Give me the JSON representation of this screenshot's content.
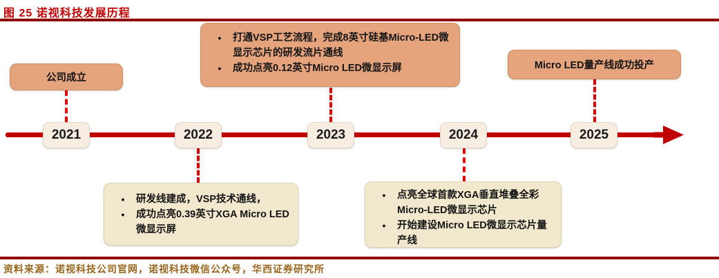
{
  "figure": {
    "title": "图 25  诺视科技发展历程",
    "source": "资料来源：诺视科技公司官网，诺视科技微信公众号，华西证券研究所"
  },
  "glyphs": {
    "bullet": "•"
  },
  "colors": {
    "title_red": "#C00000",
    "rule_red": "#8F0000",
    "timeline_red": "#C00000",
    "dash_red": "#E00000",
    "callout_salmon": "#E5A47C",
    "callout_cream": "#F1E8CD",
    "year_chip_bg": "#F7EEE1",
    "text_black": "#141414",
    "source_brown": "#9A671F"
  },
  "timeline": {
    "years": [
      "2021",
      "2022",
      "2023",
      "2024",
      "2025"
    ],
    "events": {
      "y2021": {
        "position": "above",
        "text": "公司成立"
      },
      "y2022": {
        "position": "below",
        "bullets": [
          "研发线建成，VSP技术通线，",
          "成功点亮0.39英寸XGA Micro LED微显示屏"
        ]
      },
      "y2023": {
        "position": "above",
        "bullets": [
          "打通VSP工艺流程，完成8英寸硅基Micro-LED微显示芯片的研发流片通线",
          "成功点亮0.12英寸Micro LED微显示屏"
        ]
      },
      "y2024": {
        "position": "below",
        "bullets": [
          "点亮全球首款XGA垂直堆叠全彩Micro-LED微显示芯片",
          "开始建设Micro LED微显示芯片量产线"
        ]
      },
      "y2025": {
        "position": "above",
        "text": "Micro LED量产线成功投产"
      }
    }
  }
}
